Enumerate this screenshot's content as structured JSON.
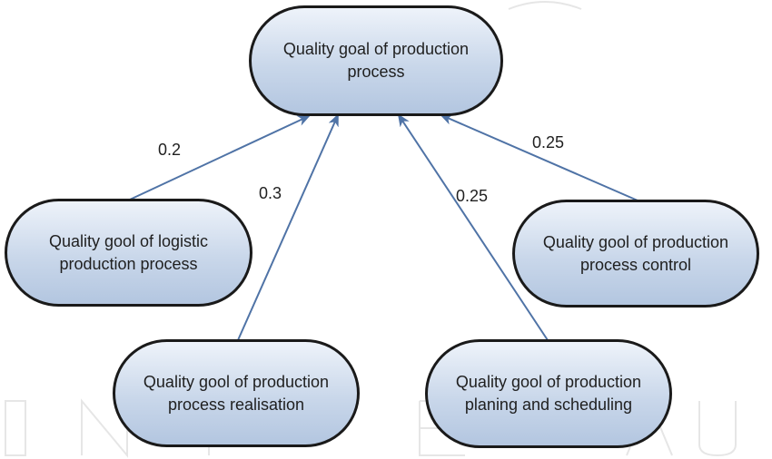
{
  "diagram": {
    "goal_node": {
      "label": "Quality goal of production\nprocess"
    },
    "sub_nodes": [
      {
        "id": "logistic",
        "label": "Quality gool of logistic\nproduction process"
      },
      {
        "id": "realisation",
        "label": "Quality gool of production\nprocess realisation"
      },
      {
        "id": "planning",
        "label": "Quality gool of production\nplaning and scheduling"
      },
      {
        "id": "control",
        "label": "Quality gool of production\nprocess control"
      }
    ],
    "weights": {
      "logistic": "0.2",
      "realisation": "0.3",
      "planning": "0.25",
      "control": "0.25"
    },
    "colors": {
      "arrow": "#4f73a6",
      "node_border": "#1a1a1a",
      "node_fill_top": "#eef3fa",
      "node_fill_bottom": "#b3c6e0"
    }
  }
}
